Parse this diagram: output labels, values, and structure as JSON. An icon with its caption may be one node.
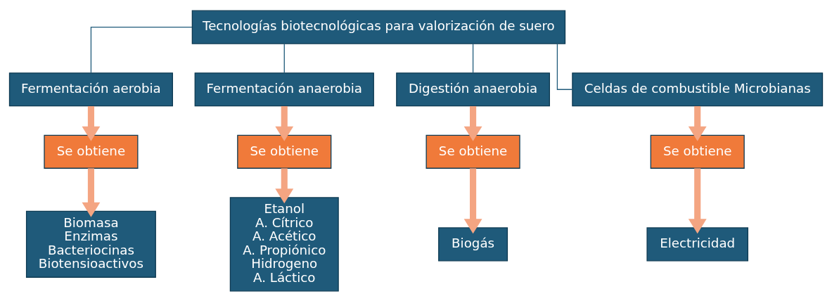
{
  "diagram": {
    "nodes": [
      {
        "text": [
          "Tecnologías biotecnológicas para valorización de suero"
        ]
      },
      {
        "text": [
          "Fermentación aerobia"
        ]
      },
      {
        "text": [
          "Fermentación anaerobia"
        ]
      },
      {
        "text": [
          "Digestión anaerobia"
        ]
      },
      {
        "text": [
          "Celdas de combustible Microbianas"
        ]
      },
      {
        "text": [
          "Se obtiene"
        ]
      },
      {
        "text": [
          "Se obtiene"
        ]
      },
      {
        "text": [
          "Se obtiene"
        ]
      },
      {
        "text": [
          "Se obtiene"
        ]
      },
      {
        "text": [
          "Biomasa",
          "Enzimas",
          "Bacteriocinas",
          "Biotensioactivos"
        ]
      },
      {
        "text": [
          "Etanol",
          "A. Cítrico",
          "A. Acético",
          "A. Propiónico",
          "Hidrogeno",
          "A. Láctico"
        ]
      },
      {
        "text": [
          "Biogás"
        ]
      },
      {
        "text": [
          "Electricidad"
        ]
      }
    ],
    "edges": [
      {
        "from": 0,
        "to": 1,
        "arrow": "none",
        "color": "#1f5a7a"
      },
      {
        "from": 0,
        "to": 2,
        "arrow": "none",
        "color": "#1f5a7a"
      },
      {
        "from": 0,
        "to": 3,
        "arrow": "none",
        "color": "#1f5a7a"
      },
      {
        "from": 0,
        "to": 4,
        "arrow": "none",
        "color": "#1f5a7a"
      },
      {
        "from": 1,
        "to": 5,
        "arrow": "to"
      },
      {
        "from": 5,
        "to": 9,
        "arrow": "to"
      },
      {
        "from": 2,
        "to": 6,
        "arrow": "to"
      },
      {
        "from": 6,
        "to": 10,
        "arrow": "to"
      },
      {
        "from": 3,
        "to": 7,
        "arrow": "to"
      },
      {
        "from": 7,
        "to": 11,
        "arrow": "to"
      },
      {
        "from": 4,
        "to": 8,
        "arrow": "to"
      },
      {
        "from": 8,
        "to": 12,
        "arrow": "to"
      }
    ]
  }
}
